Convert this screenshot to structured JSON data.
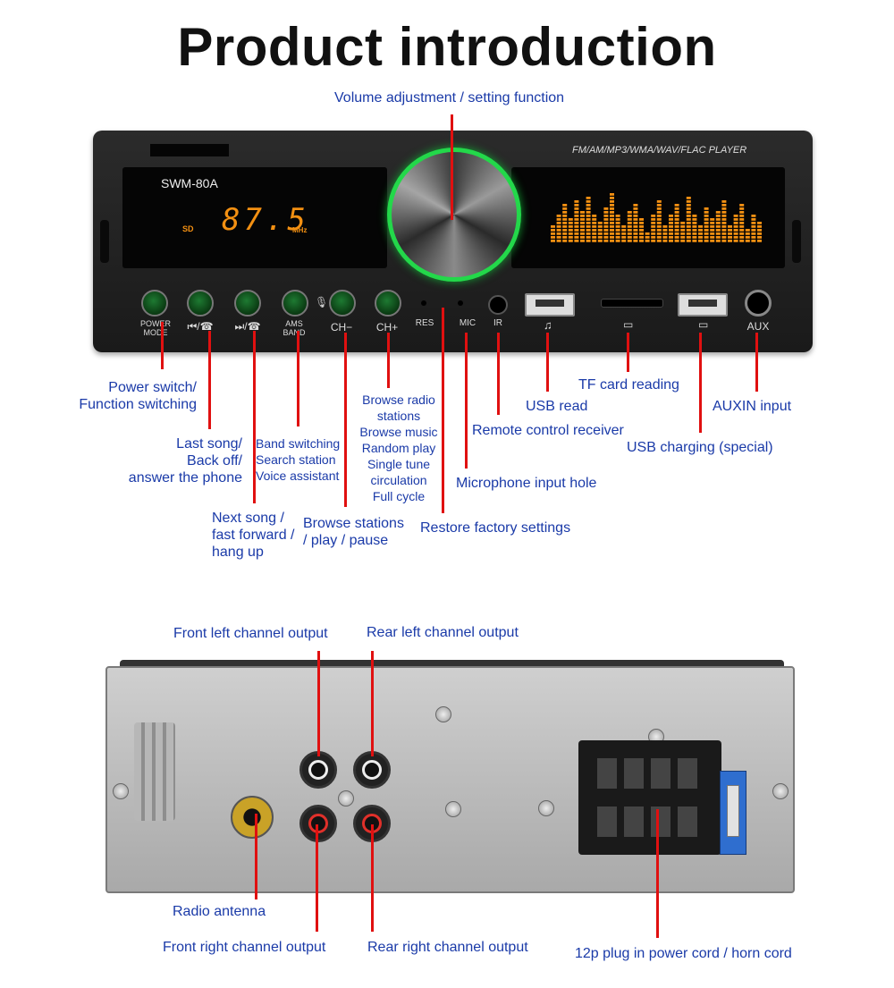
{
  "title": "Product introduction",
  "front": {
    "model": "SWM-80A",
    "player_text": "FM/AM/MP3/WMA/WAV/FLAC PLAYER",
    "display": {
      "source": "SD",
      "frequency": "87.5",
      "unit": "MHz"
    },
    "buttons": {
      "power": "POWER MODE",
      "prev": "⏮/☎",
      "next": "⏭/☎",
      "ams": "AMS BAND",
      "ch_minus": "CH−",
      "ch_plus": "CH+",
      "res": "RES",
      "mic": "MIC",
      "ir": "IR",
      "aux": "AUX"
    },
    "eq_levels": [
      0.35,
      0.5,
      0.7,
      0.45,
      0.8,
      0.6,
      0.85,
      0.55,
      0.4,
      0.65,
      0.9,
      0.5,
      0.3,
      0.6,
      0.75,
      0.45,
      0.2,
      0.55,
      0.8,
      0.35,
      0.5,
      0.7,
      0.4,
      0.85,
      0.55,
      0.3,
      0.65,
      0.45,
      0.6,
      0.8,
      0.35,
      0.5,
      0.7,
      0.25,
      0.55,
      0.4
    ],
    "labels": {
      "volume": "Volume adjustment / setting function",
      "power": "Power switch/\nFunction switching",
      "last_song": "Last song/\nBack off/\nanswer the phone",
      "band": "Band switching\nSearch station\nVoice assistant",
      "browse_radio": "Browse radio\nstations\nBrowse music\nRandom play\nSingle tune\ncirculation\nFull cycle",
      "next_song": "Next song /\nfast forward /\nhang up",
      "browse_stations": "Browse stations\n/ play / pause",
      "restore": "Restore factory settings",
      "mic_hole": "Microphone input hole",
      "remote": "Remote control receiver",
      "usb_read": "USB read",
      "tf": "TF card reading",
      "usb_charge": "USB charging (special)",
      "auxin": "AUXIN input"
    }
  },
  "rear": {
    "labels": {
      "front_left": "Front left channel output",
      "rear_left": "Rear left channel output",
      "antenna": "Radio antenna",
      "front_right": "Front right channel output",
      "rear_right": "Rear right channel output",
      "plug": "12p plug in power cord / horn cord"
    }
  }
}
